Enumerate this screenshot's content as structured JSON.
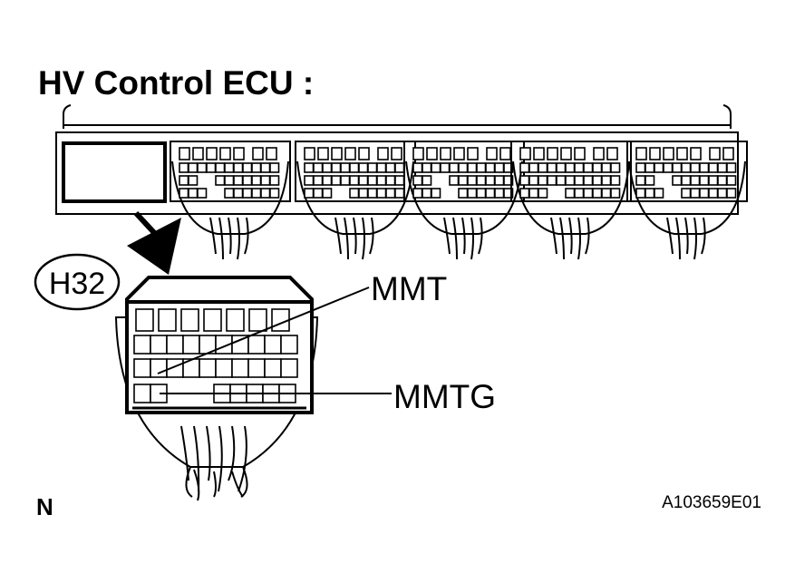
{
  "title": "HV Control ECU :",
  "connector_id": "H32",
  "terminals": {
    "mmt": "MMT",
    "mmtg": "MMTG"
  },
  "corner_mark": "N",
  "figure_code": "A103659E01"
}
